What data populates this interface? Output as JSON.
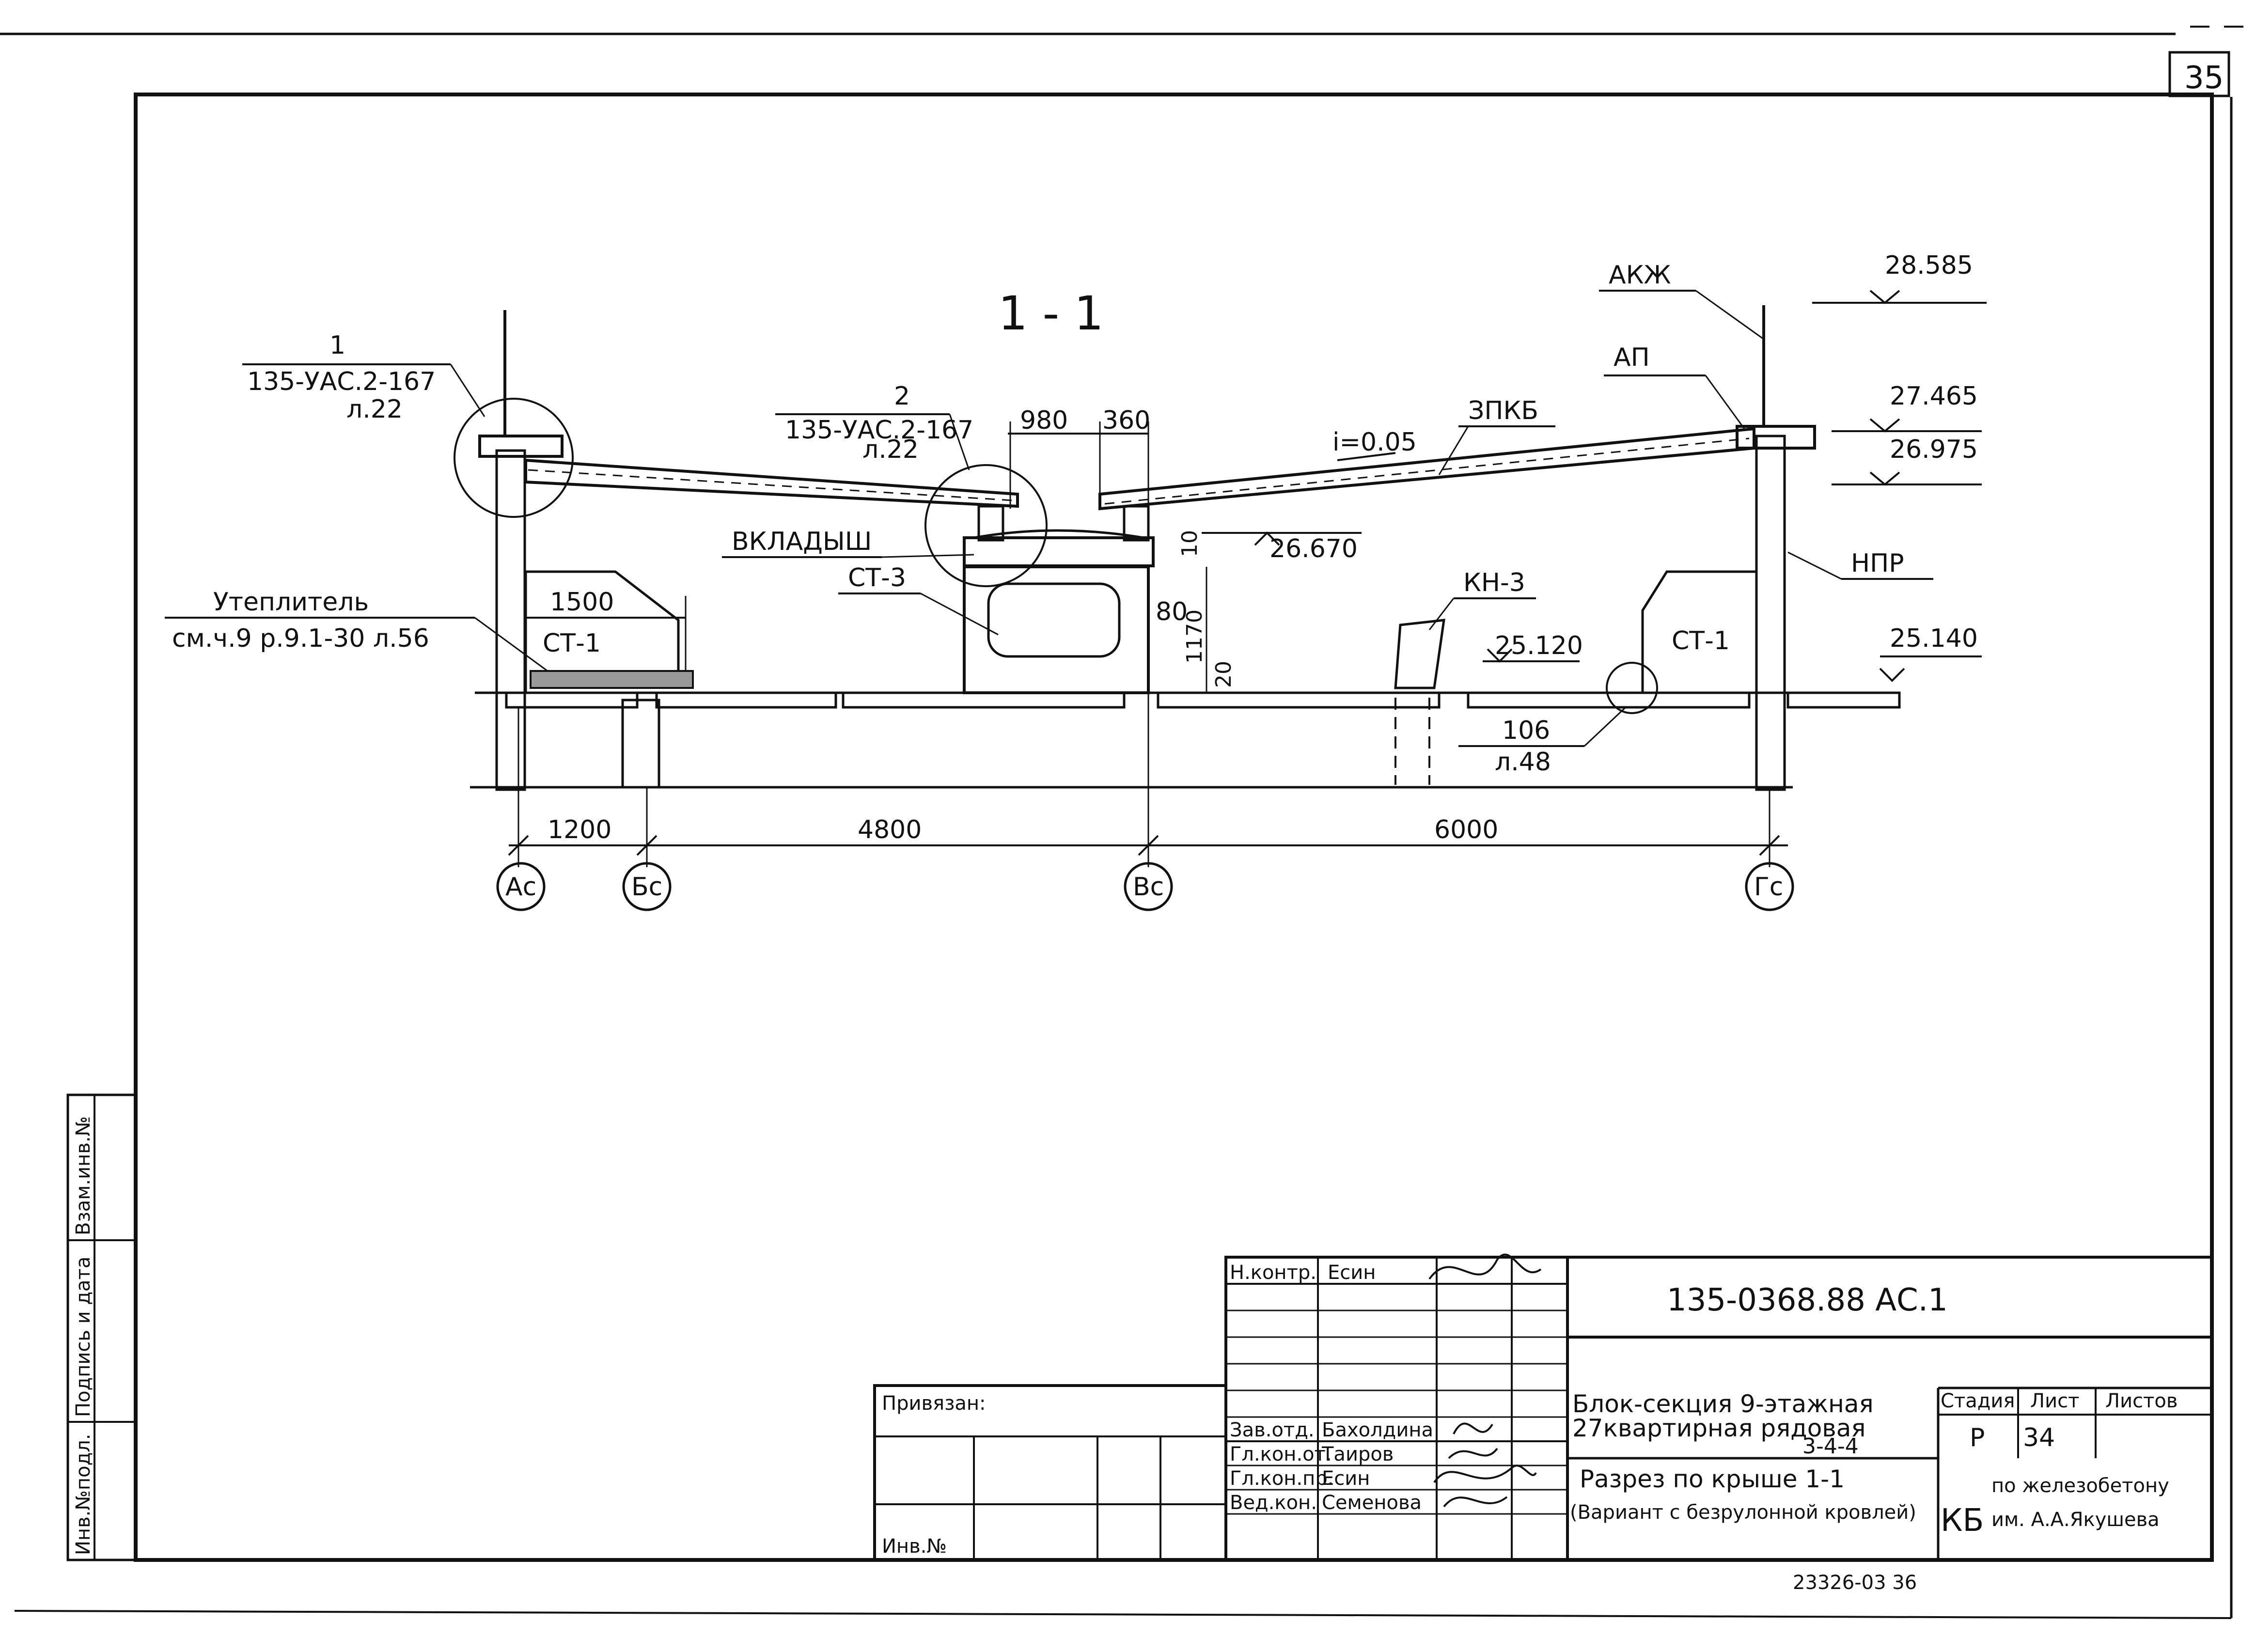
{
  "sheet": {
    "page_corner_number": "35",
    "section_title": "1 - 1",
    "archive_number": "23326-03  36"
  },
  "callouts": {
    "node1": {
      "num": "1",
      "ref": "135-УАС.2-167",
      "sheet": "л.22"
    },
    "node2": {
      "num": "2",
      "ref": "135-УАС.2-167",
      "sheet": "л.22"
    },
    "node106": {
      "num": "106",
      "sheet": "л.48"
    }
  },
  "labels": {
    "akzh": "АКЖ",
    "ap": "АП",
    "zpkb": "ЗПКБ",
    "slope": "i=0.05",
    "vkladysh": "ВКЛАДЫШ",
    "st3": "СТ-3",
    "st1_left": "СТ-1",
    "st1_right": "СТ-1",
    "kn3": "КН-3",
    "npr": "НПР",
    "insulation": "Утеплитель",
    "insulation_ref": "см.ч.9 р.9.1-30 л.56"
  },
  "elevations": {
    "e1": "28.585",
    "e2": "27.465",
    "e3": "26.975",
    "e4": "26.670",
    "e5": "25.120",
    "e6": "25.140"
  },
  "dimensions": {
    "d1500": "1500",
    "d980": "980",
    "d360": "360",
    "d10": "10",
    "d80": "80",
    "d1170": "1170",
    "d20": "20",
    "span1": "1200",
    "span2": "4800",
    "span3": "6000"
  },
  "axes": [
    "Ас",
    "Бс",
    "Вс",
    "Гс"
  ],
  "side_stamp": {
    "c1": "Инв.№подл.",
    "c2": "Подпись и дата",
    "c3": "Взам.инв.№"
  },
  "title_block": {
    "privyazan": "Привязан:",
    "inv_no": "Инв.№",
    "doc_code": "135-0368.88  АС.1",
    "roles": [
      {
        "role": "Н.контр.",
        "name": "Есин"
      },
      {
        "role": "Зав.отд.",
        "name": "Бахолдина"
      },
      {
        "role": "Гл.кон.от.",
        "name": "Таиров"
      },
      {
        "role": "Гл.кон.пр.",
        "name": "Есин"
      },
      {
        "role": "Вед.кон.",
        "name": "Семенова"
      }
    ],
    "project_title_line1": "Блок-секция 9-этажная",
    "project_title_line2": "27квартирная рядовая",
    "project_title_line3": "3-4-4",
    "sheet_title_line1": "Разрез по крыше 1-1",
    "sheet_title_line2": "(Вариант с безрулонной кровлей)",
    "stage_label": "Стадия",
    "sheet_label": "Лист",
    "sheets_label": "Листов",
    "stage_value": "Р",
    "sheet_value": "34",
    "org_logo": "КБ",
    "org_line1": "по железобетону",
    "org_line2": "им. А.А.Якушева"
  }
}
